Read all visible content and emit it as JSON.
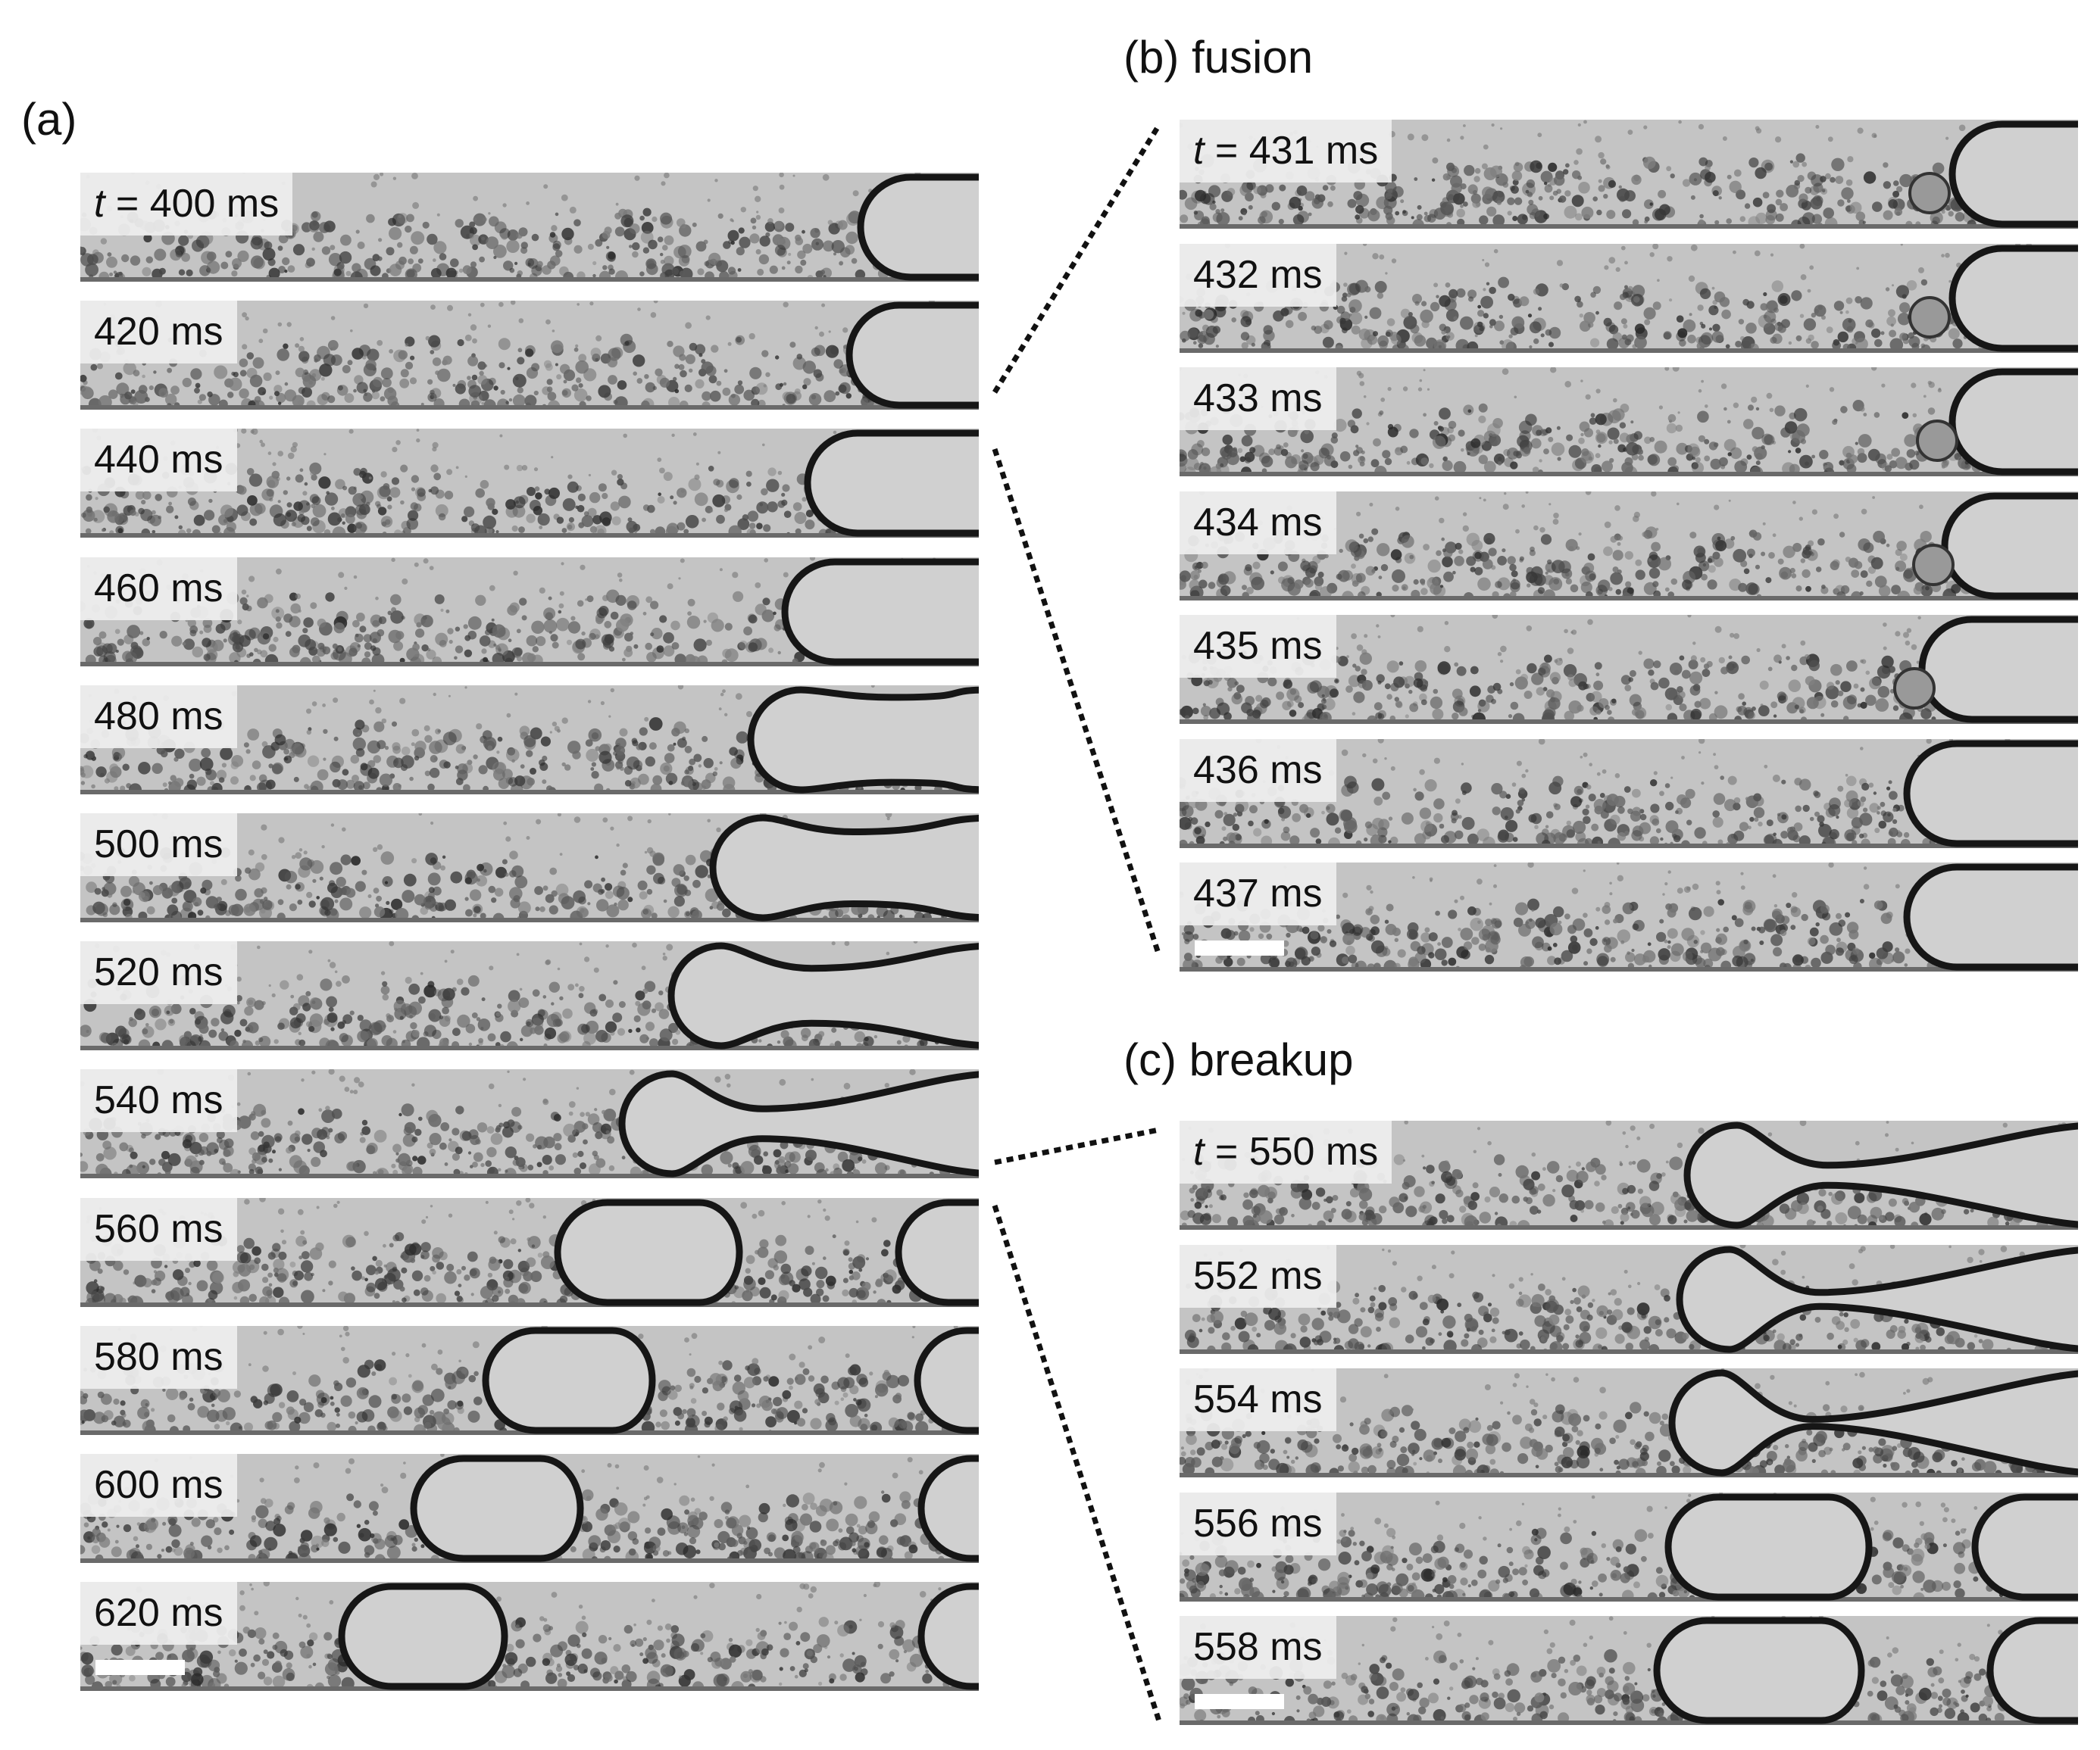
{
  "panels": {
    "a": {
      "label": "(a)",
      "frames": [
        {
          "prefix": "t",
          "label": " = 400 ms"
        },
        {
          "prefix": "",
          "label": "420 ms"
        },
        {
          "prefix": "",
          "label": "440 ms"
        },
        {
          "prefix": "",
          "label": "460 ms"
        },
        {
          "prefix": "",
          "label": "480 ms"
        },
        {
          "prefix": "",
          "label": "500 ms"
        },
        {
          "prefix": "",
          "label": "520 ms"
        },
        {
          "prefix": "",
          "label": "540 ms"
        },
        {
          "prefix": "",
          "label": "560 ms"
        },
        {
          "prefix": "",
          "label": "580 ms"
        },
        {
          "prefix": "",
          "label": "600 ms"
        },
        {
          "prefix": "",
          "label": "620 ms"
        }
      ]
    },
    "b": {
      "label": "(b) fusion",
      "frames": [
        {
          "prefix": "t",
          "label": " = 431 ms"
        },
        {
          "prefix": "",
          "label": "432 ms"
        },
        {
          "prefix": "",
          "label": "433 ms"
        },
        {
          "prefix": "",
          "label": "434 ms"
        },
        {
          "prefix": "",
          "label": "435 ms"
        },
        {
          "prefix": "",
          "label": "436 ms"
        },
        {
          "prefix": "",
          "label": "437 ms"
        }
      ]
    },
    "c": {
      "label": "(c) breakup",
      "frames": [
        {
          "prefix": "t",
          "label": " = 550 ms"
        },
        {
          "prefix": "",
          "label": "552 ms"
        },
        {
          "prefix": "",
          "label": "554 ms"
        },
        {
          "prefix": "",
          "label": "556 ms"
        },
        {
          "prefix": "",
          "label": "558 ms"
        }
      ]
    }
  },
  "colors": {
    "channel_background": "#c4c4c4",
    "particles": "#3a3a3a",
    "droplet_fill": "#d0d0d0",
    "droplet_outline": "#161616",
    "label_box": "#eeeeee",
    "scale_bar": "#ffffff"
  }
}
